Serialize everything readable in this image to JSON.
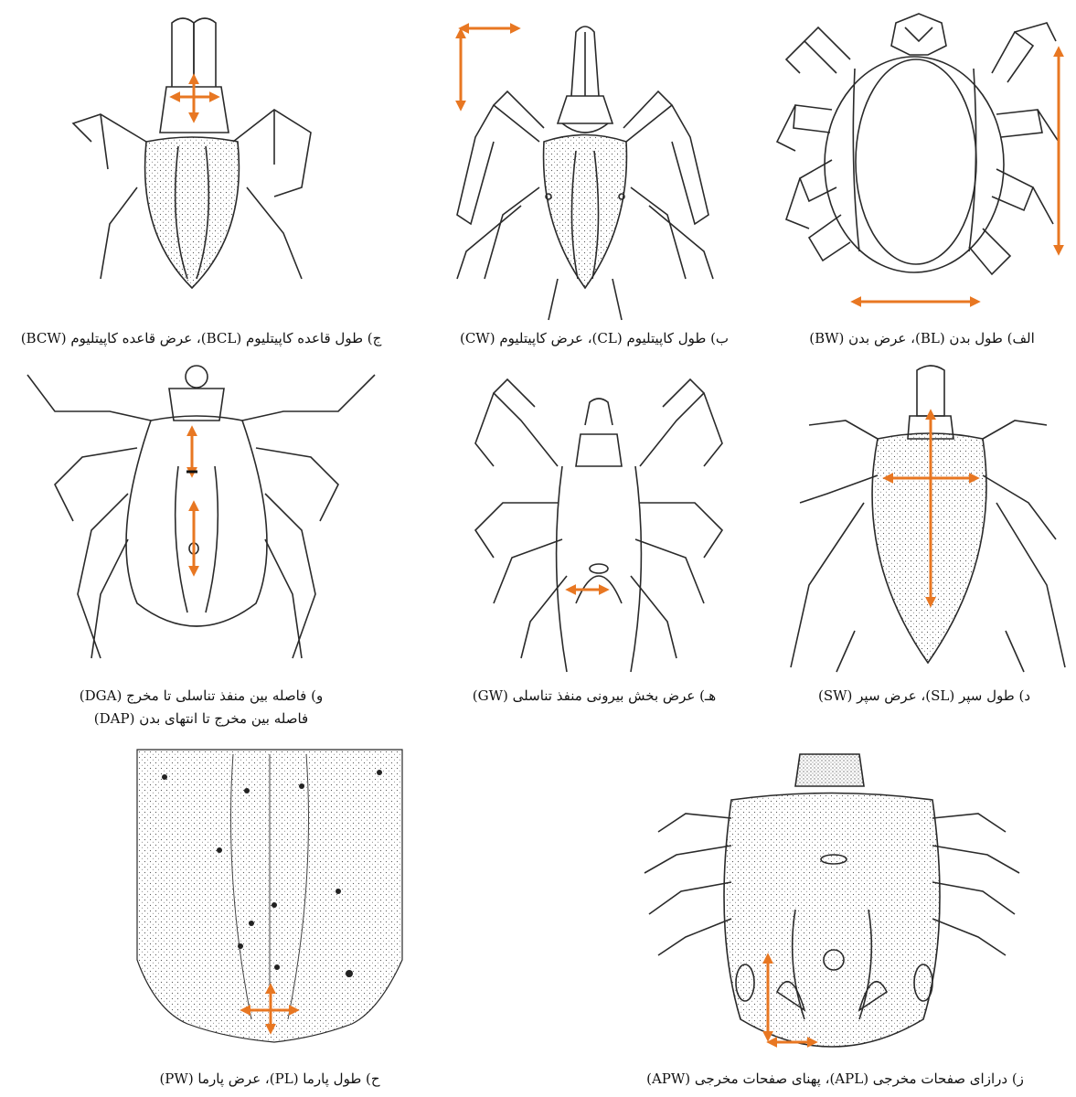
{
  "accent_color": "#E87722",
  "line_color": "#2a2a2a",
  "panels": {
    "a": {
      "caption": "الف)  طول بدن (BL)، عرض بدن (BW)"
    },
    "b": {
      "caption": "ب) طول کاپیتلیوم (CL)، عرض کاپیتلیوم (CW)"
    },
    "c": {
      "caption": "ج) طول قاعده کاپیتلیوم (BCL)، عرض قاعده کاپیتلیوم (BCW)"
    },
    "d": {
      "caption": "د) طول سپر (SL)، عرض سپر (SW)"
    },
    "e": {
      "caption": "هـ) عرض بخش بیرونی منفذ تناسلی (GW)"
    },
    "f": {
      "caption_line1": "و) فاصله بین منفذ تناسلی تا مخرج (DGA)",
      "caption_line2": "فاصله بین مخرج تا انتهای بدن (DAP)"
    },
    "g": {
      "caption": "ز) درازای صفحات مخرجی (APL)، پهنای صفحات مخرجی (APW)"
    },
    "h": {
      "caption": "ح) طول پارما (PL)، عرض پارما (PW)"
    }
  }
}
